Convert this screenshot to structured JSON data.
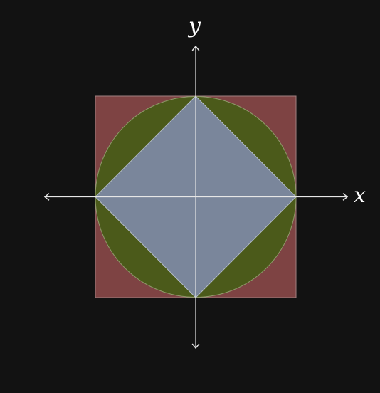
{
  "colors": {
    "background": "#121212",
    "square_fill": "#7e4343",
    "circle_fill": "#4b5a1a",
    "diamond_fill": "#7a869b",
    "outline": "#c6c6c6",
    "axis": "#e6e6e6"
  },
  "axes": {
    "x_label": "x",
    "y_label": "y"
  },
  "shapes": [
    "square",
    "inscribed-circle",
    "inscribed-diamond"
  ]
}
